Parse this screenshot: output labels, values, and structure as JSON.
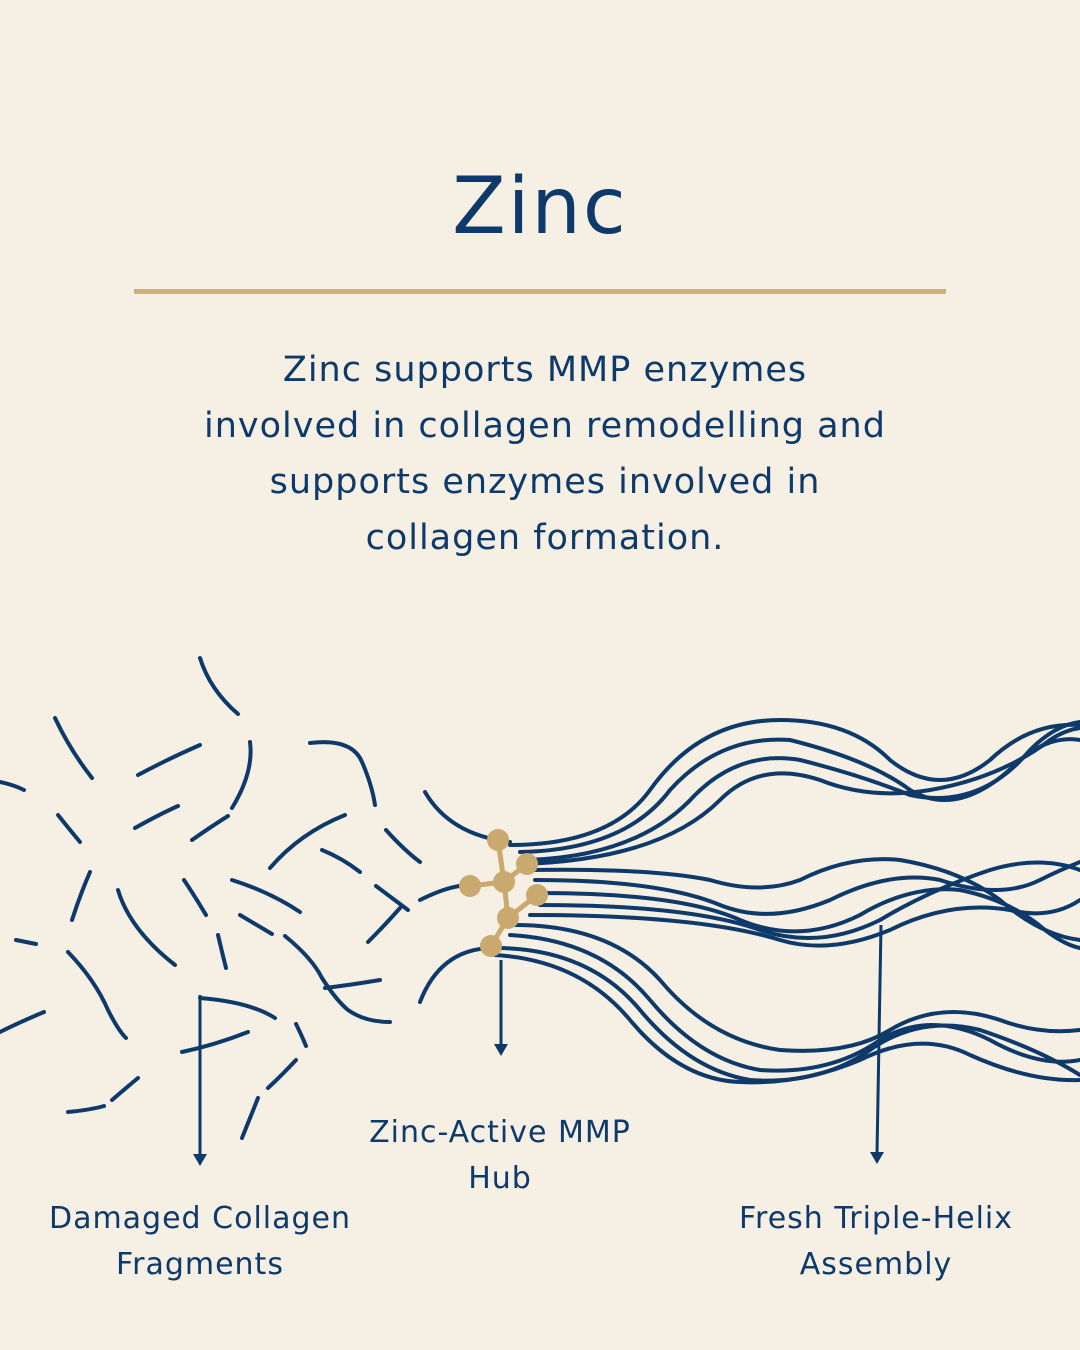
{
  "title": "Zinc",
  "description": "Zinc supports MMP enzymes involved in collagen remodelling and supports enzymes involved in collagen formation.",
  "labels": {
    "damaged": "Damaged Collagen Fragments",
    "hub": "Zinc-Active MMP Hub",
    "fresh": "Fresh Triple-Helix Assembly"
  },
  "colors": {
    "background": "#f5efe4",
    "navy": "#0e3a6b",
    "gold": "#cdb07d",
    "node": "#c9a96e"
  },
  "icons": {
    "arrow": "arrow-down-icon",
    "hub": "zinc-molecule-icon"
  }
}
